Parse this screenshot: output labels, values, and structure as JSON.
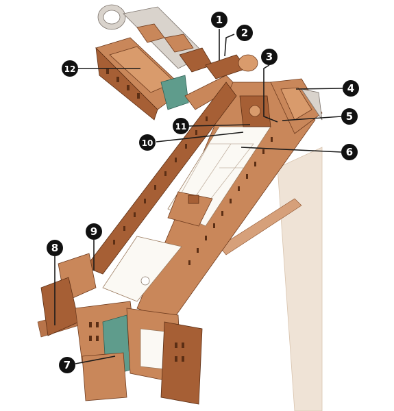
{
  "markers": [
    {
      "id": "1",
      "label": "❶"
    },
    {
      "id": "2",
      "label": "❷"
    },
    {
      "id": "3",
      "label": "❸"
    },
    {
      "id": "4",
      "label": "❹"
    },
    {
      "id": "5",
      "label": "❺"
    },
    {
      "id": "6",
      "label": "❻"
    },
    {
      "id": "7",
      "label": "❼"
    },
    {
      "id": "8",
      "label": "❽"
    },
    {
      "id": "9",
      "label": "❾"
    },
    {
      "id": "10",
      "label": "❿"
    },
    {
      "id": "11",
      "label": "⓫"
    },
    {
      "id": "12",
      "label": "⓬"
    }
  ],
  "colors": {
    "marker_fill": "#111111",
    "marker_text": "#ffffff",
    "brick": "#c9875a",
    "brick_dark": "#a65f35",
    "courtyard": "#fbf9f4"
  }
}
